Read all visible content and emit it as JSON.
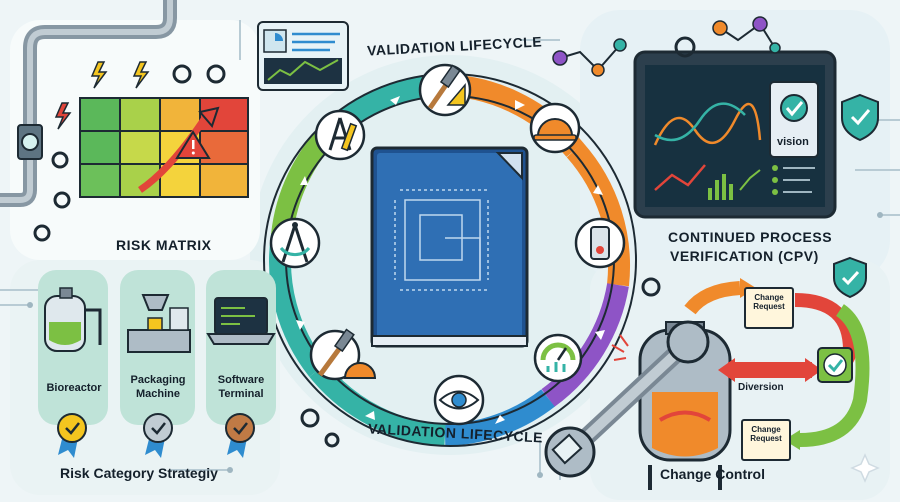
{
  "labels": {
    "lifecycle_top": "VALIDATION LIFECYCLE",
    "lifecycle_bottom": "VALIDATION LIFECYCLE",
    "risk_matrix": "RISK MATRIX",
    "cpv_line1": "CONTINUED PROCESS",
    "cpv_line2": "VERIFICATION (CPV)",
    "vision": "vision",
    "bioreactor": "Bioreactor",
    "packaging_line1": "Packaging",
    "packaging_line2": "Machine",
    "software_line1": "Software",
    "software_line2": "Terminal",
    "risk_category": "Risk Category Strategiy",
    "change_request_top_1": "Change",
    "change_request_top_2": "Request",
    "diversion": "Diversion",
    "change_request_bottom_1": "Change",
    "change_request_bottom_2": "Request",
    "change_control": "Change Control"
  },
  "icons": {
    "lifecycle_stages": [
      "compass-ruler-icon",
      "hammer-square-icon",
      "hard-hat-icon",
      "switch-icon",
      "gauge-icon",
      "eye-icon",
      "hammer-hat-icon",
      "drafting-compass-icon"
    ],
    "center": "blueprint-book-icon",
    "matrix_alert": "warning-icon",
    "badges": [
      "gold-medal-icon",
      "silver-medal-icon",
      "bronze-medal-icon"
    ]
  },
  "colors": {
    "ring_teal": "#35b3a6",
    "ring_green": "#7cc043",
    "ring_orange": "#f08a2b",
    "ring_purple": "#8e54c6",
    "ring_blue": "#2f8ccf",
    "blueprint": "#2f6fb4",
    "matrix_green": "#5bb85a",
    "matrix_yellow": "#f4d33c",
    "matrix_red": "#e2453a",
    "dark": "#1d2a33"
  }
}
